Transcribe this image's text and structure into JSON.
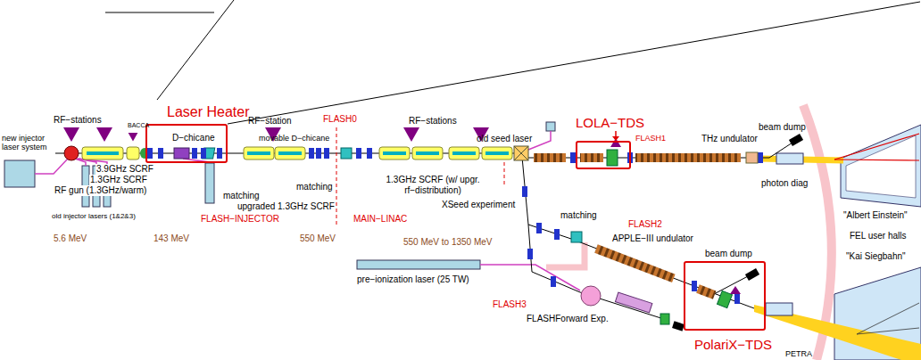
{
  "diagram": {
    "nodes": [
      {
        "text": [
          "Laser Heater"
        ]
      },
      {
        "text": [
          "LOLA−TDS"
        ]
      },
      {
        "text": [
          "PolariX−TDS"
        ]
      }
    ],
    "labels": [
      "RF−stations",
      "BACCA",
      "D−chicane",
      "RF−station",
      "movable D−chicane",
      "FLASH0",
      "RF−stations",
      "old seed laser",
      "FLASH1",
      "THz undulator",
      "beam dump",
      "new injector laser system",
      "3.9GHz SCRF",
      "1.3GHz SCRF",
      "RF gun (1.3GHz/warm)",
      "old injector lasers (1&2&3)",
      "matching",
      "matching",
      "upgraded 1.3GHz SCRF",
      "1.3GHz SCRF (w/ upgr. rf−distribution)",
      "XSeed experiment",
      "FLASH−INJECTOR",
      "MAIN−LINAC",
      "5.6 MeV",
      "143 MeV",
      "550 MeV",
      "550 MeV to 1350 MeV",
      "matching",
      "FLASH2",
      "APPLE−III undulator",
      "beam dump",
      "pre−ionization laser (25 TW)",
      "FLASH3",
      "FLASHForward Exp.",
      "photon diag",
      "\"Albert Einstein\"",
      "FEL user halls",
      "\"Kai Siegbahn\"",
      "PETRA"
    ]
  }
}
